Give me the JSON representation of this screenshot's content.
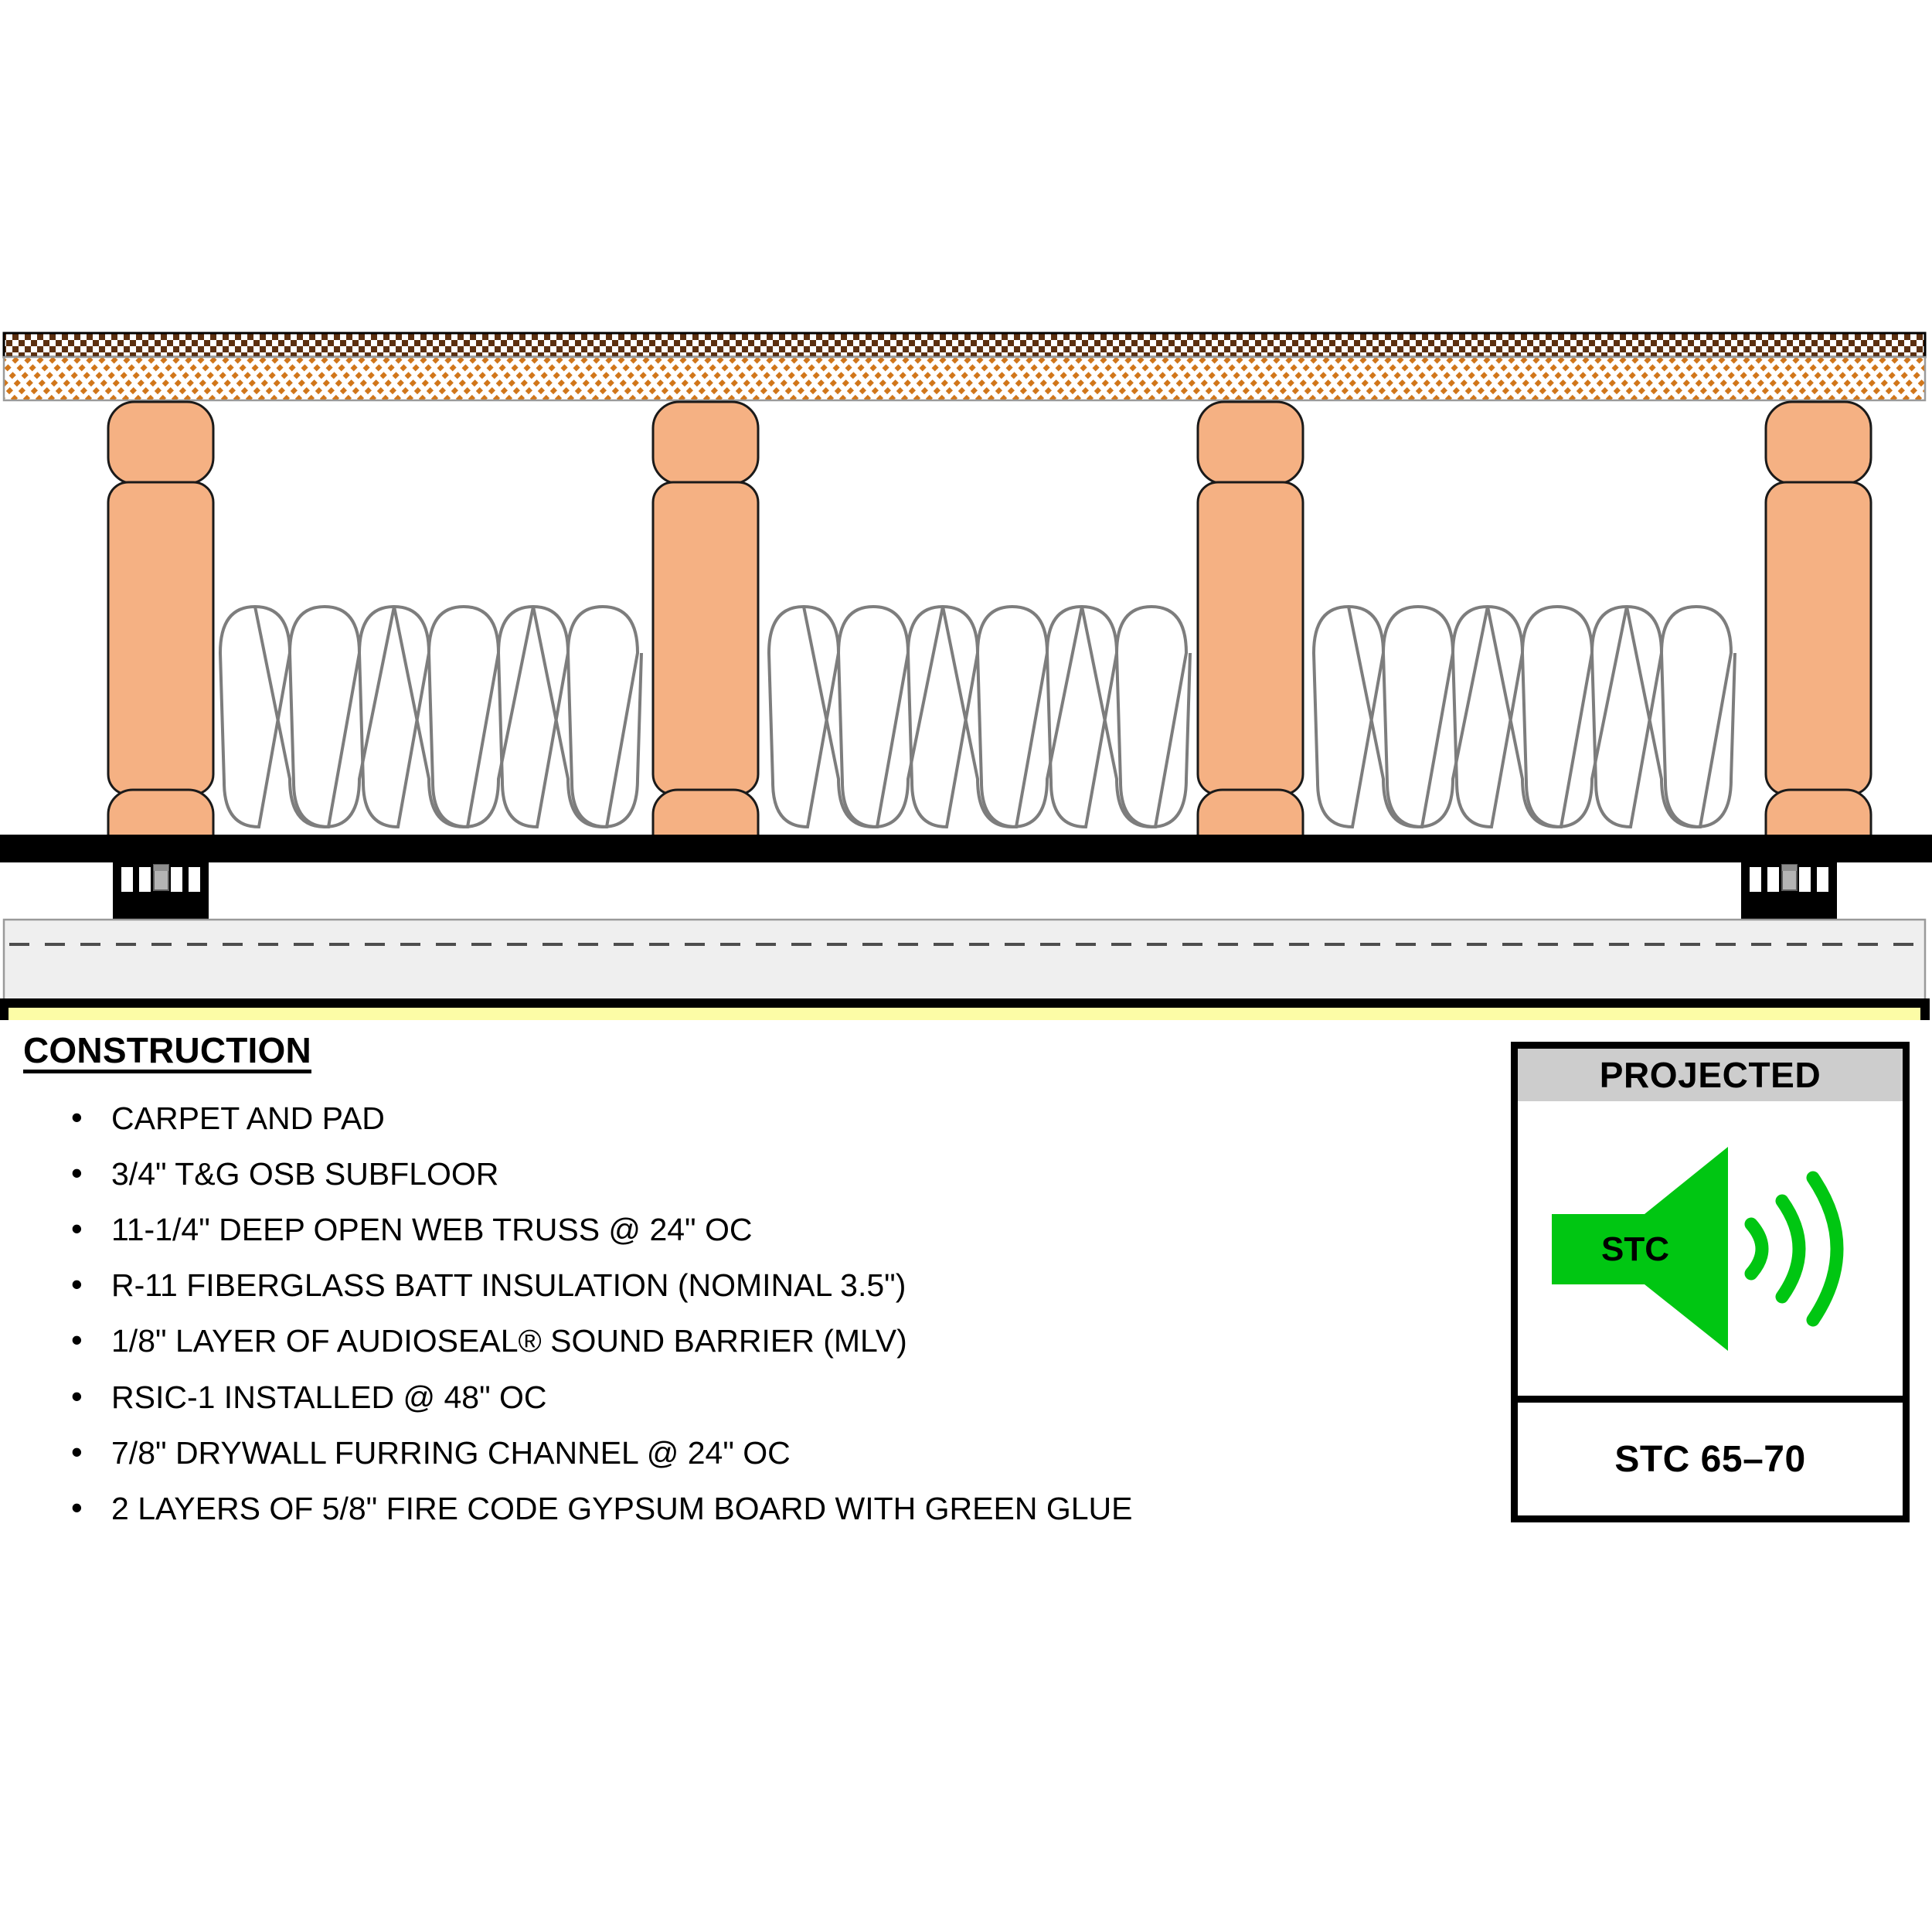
{
  "drawing": {
    "title": "Floor-Ceiling Assembly Section",
    "layers": [
      {
        "name": "carpet-and-pad",
        "label": "CARPET AND PAD",
        "color": "#6b3a12",
        "pattern": "checker"
      },
      {
        "name": "osb-subfloor",
        "label": "3/4\" T&G OSB SUBFLOOR",
        "color": "#d1761a",
        "pattern": "diagonal-hatch"
      },
      {
        "name": "open-web-truss",
        "label": "11-1/4\" DEEP OPEN WEB TRUSS @ 24\" OC",
        "color": "#f5b183",
        "pattern": "solid"
      },
      {
        "name": "fiberglass-batt",
        "label": "R-11 FIBERGLASS BATT INSULATION (NOMINAL 3.5\")",
        "color": "#808080",
        "pattern": "batt-loops"
      },
      {
        "name": "mlv-sound-barrier",
        "label": "1/8\" LAYER OF AUDIOSEAL® SOUND BARRIER (MLV)",
        "color": "#000000",
        "pattern": "solid"
      },
      {
        "name": "rsic-1-clip",
        "label": "RSIC-1 INSTALLED @ 48\" OC",
        "color": "#000000",
        "pattern": "solid"
      },
      {
        "name": "furring-channel",
        "label": "7/8\" DRYWALL FURRING CHANNEL @ 24\" OC",
        "color": "#efefef",
        "pattern": "solid"
      },
      {
        "name": "gypsum-board",
        "label": "2 LAYERS OF 5/8\" FIRE CODE GYPSUM BOARD",
        "color": "#fcfca6",
        "pattern": "solid"
      },
      {
        "name": "green-glue",
        "label": "GREEN GLUE",
        "color": "#00e000",
        "pattern": "solid"
      }
    ],
    "truss_count": 4,
    "clip_count": 2,
    "insulation_bays": 3,
    "loops_per_bay": 6
  },
  "construction": {
    "heading": "CONSTRUCTION",
    "items": [
      "CARPET AND PAD",
      "3/4\" T&G OSB SUBFLOOR",
      "11-1/4\" DEEP OPEN WEB TRUSS @ 24\" OC",
      "R-11 FIBERGLASS BATT INSULATION (NOMINAL 3.5\")",
      "1/8\" LAYER OF AUDIOSEAL® SOUND BARRIER (MLV)",
      "RSIC-1 INSTALLED @ 48\" OC",
      "7/8\" DRYWALL FURRING CHANNEL @ 24\" OC",
      "2 LAYERS OF 5/8\" FIRE CODE GYPSUM BOARD WITH GREEN GLUE"
    ]
  },
  "stc_badge": {
    "header": "PROJECTED",
    "icon_label": "STC",
    "rating": "STC 65–70",
    "icon_color": "#00c612",
    "header_bg": "#cdcdcd",
    "border_color": "#000000"
  }
}
